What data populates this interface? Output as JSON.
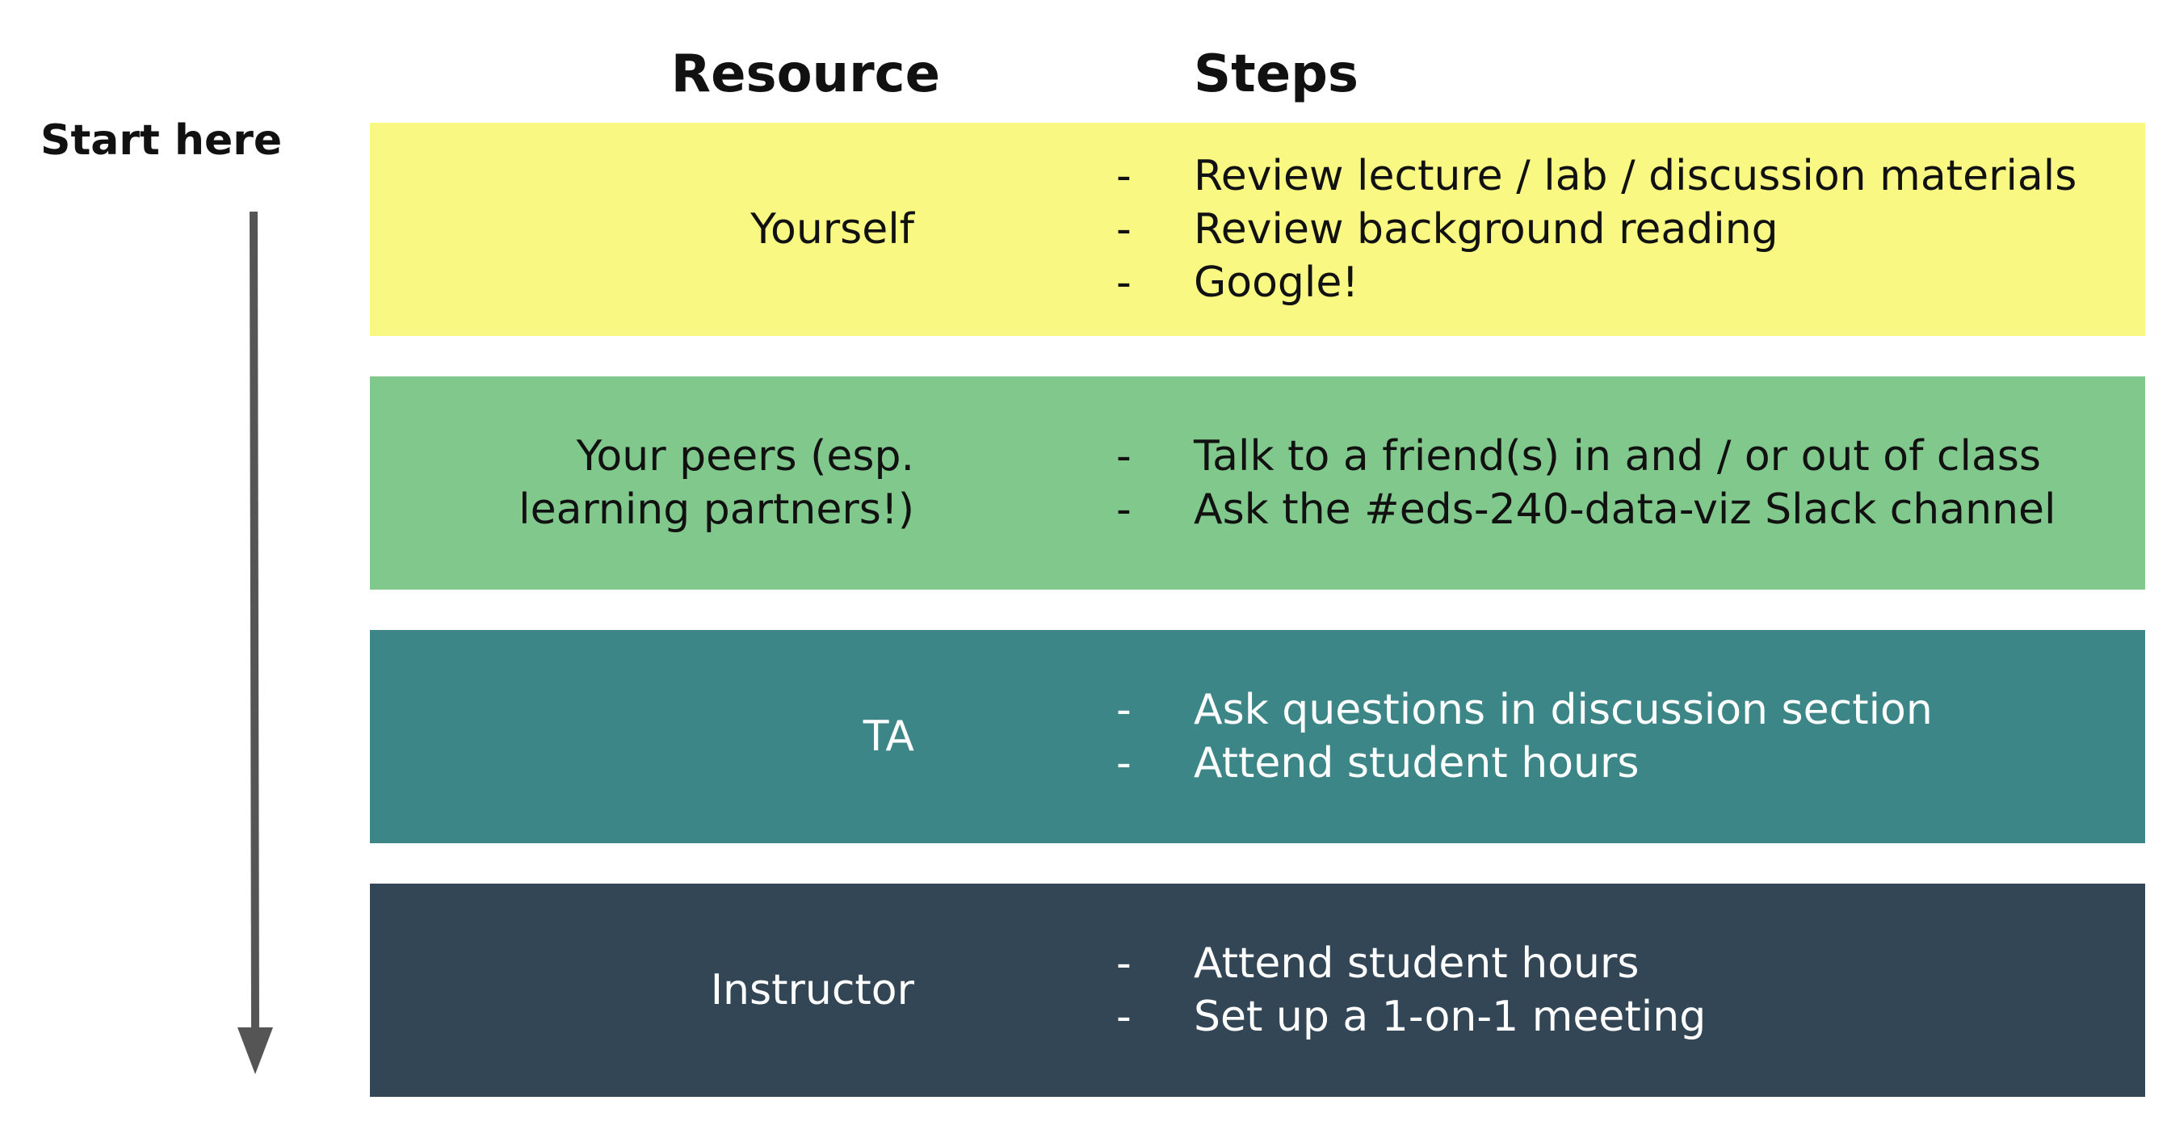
{
  "headers": {
    "resource": "Resource",
    "steps": "Steps"
  },
  "start_label": "Start here",
  "rows": [
    {
      "resource": "Yourself",
      "color": "#F8F882",
      "text_color": "#111111",
      "steps": [
        "Review lecture / lab / discussion materials",
        "Review background reading",
        "Google!"
      ]
    },
    {
      "resource": "Your peers (esp.\nlearning partners!)",
      "color": "#80C88C",
      "text_color": "#111111",
      "steps": [
        "Talk to a friend(s) in and / or out of class",
        "Ask the #eds-240-data-viz Slack channel"
      ]
    },
    {
      "resource": "TA",
      "color": "#3D8688",
      "text_color": "#FFFFFF",
      "steps": [
        "Ask questions in discussion section",
        "Attend student hours"
      ]
    },
    {
      "resource": "Instructor",
      "color": "#324655",
      "text_color": "#FFFFFF",
      "steps": [
        "Attend student hours",
        "Set up a 1-on-1 meeting"
      ]
    }
  ],
  "bullet": "-",
  "arrow_color": "#555555"
}
